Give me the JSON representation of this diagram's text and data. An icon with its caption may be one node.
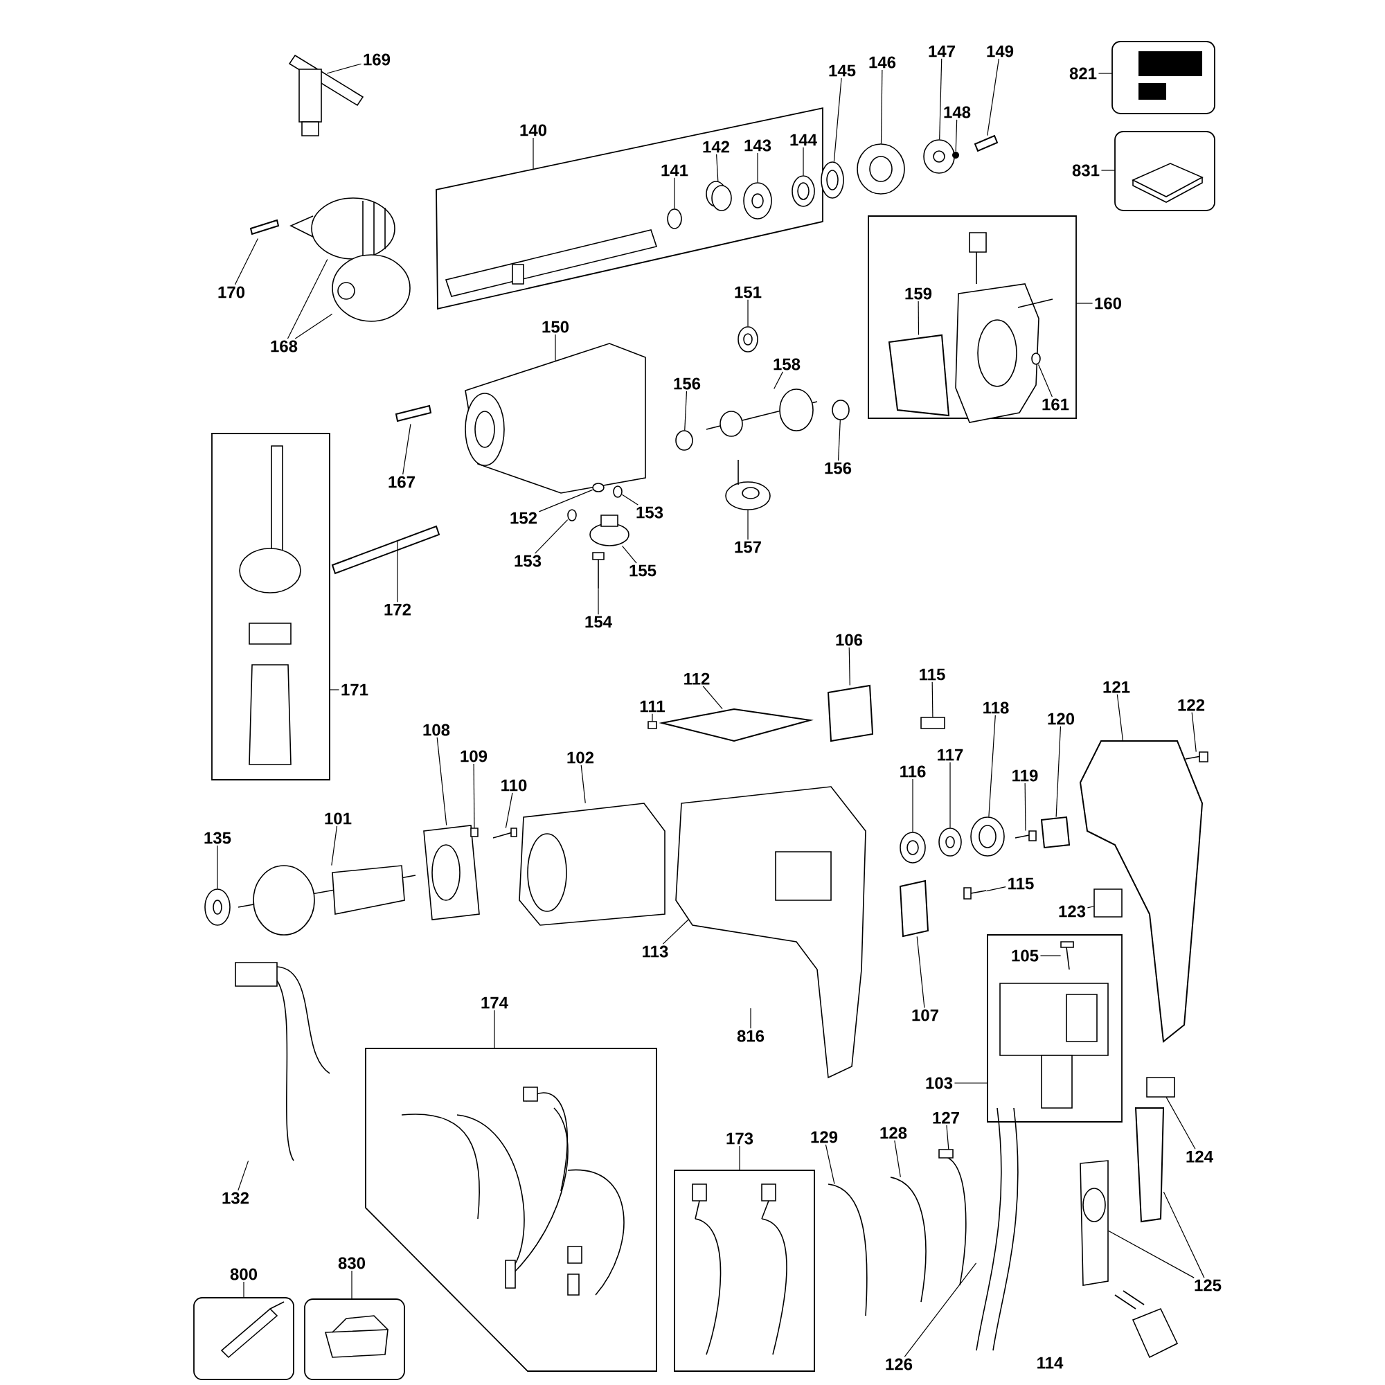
{
  "diagram": {
    "nodes": [
      {
        "text": [],
        "shape": "box"
      },
      {
        "text": [],
        "shape": "box"
      },
      {
        "text": [],
        "shape": "box"
      },
      {
        "text": [],
        "shape": "box"
      },
      {
        "text": [],
        "shape": "box"
      },
      {
        "text": [],
        "shape": "box"
      },
      {
        "text": [],
        "shape": "box"
      },
      {
        "text": [],
        "shape": "box"
      },
      {
        "text": [],
        "shape": "box"
      },
      {
        "text": [],
        "shape": "box"
      },
      {
        "text": [
          "169"
        ]
      },
      {
        "text": [
          "140"
        ]
      },
      {
        "text": [
          "145"
        ]
      },
      {
        "text": [
          "146"
        ]
      },
      {
        "text": [
          "147"
        ]
      },
      {
        "text": [
          "149"
        ]
      },
      {
        "text": [
          "821"
        ]
      },
      {
        "text": [
          "148"
        ]
      },
      {
        "text": [
          "141"
        ],
        "in": 0
      },
      {
        "text": [
          "142"
        ],
        "in": 0
      },
      {
        "text": [
          "143"
        ],
        "in": 0
      },
      {
        "text": [
          "144"
        ],
        "in": 0
      },
      {
        "text": [
          "831"
        ]
      },
      {
        "text": [
          "170"
        ]
      },
      {
        "text": [
          "168"
        ]
      },
      {
        "text": [
          "151"
        ]
      },
      {
        "text": [
          "159"
        ],
        "in": 3
      },
      {
        "text": [
          "160"
        ]
      },
      {
        "text": [
          "150"
        ]
      },
      {
        "text": [
          "158"
        ]
      },
      {
        "text": [
          "156"
        ]
      },
      {
        "text": [
          "161"
        ],
        "in": 3
      },
      {
        "text": [
          "156"
        ]
      },
      {
        "text": [
          "167"
        ]
      },
      {
        "text": [
          "152"
        ]
      },
      {
        "text": [
          "153"
        ]
      },
      {
        "text": [
          "153"
        ]
      },
      {
        "text": [
          "157"
        ]
      },
      {
        "text": [
          "155"
        ]
      },
      {
        "text": [
          "154"
        ]
      },
      {
        "text": [
          "172"
        ]
      },
      {
        "text": [
          "106"
        ]
      },
      {
        "text": [
          "115"
        ]
      },
      {
        "text": [
          "112"
        ]
      },
      {
        "text": [
          "121"
        ]
      },
      {
        "text": [
          "171"
        ]
      },
      {
        "text": [
          "111"
        ]
      },
      {
        "text": [
          "118"
        ]
      },
      {
        "text": [
          "122"
        ]
      },
      {
        "text": [
          "108"
        ]
      },
      {
        "text": [
          "117"
        ]
      },
      {
        "text": [
          "109"
        ]
      },
      {
        "text": [
          "116"
        ]
      },
      {
        "text": [
          "110"
        ]
      },
      {
        "text": [
          "102"
        ]
      },
      {
        "text": [
          "120"
        ]
      },
      {
        "text": [
          "119"
        ]
      },
      {
        "text": [
          "101"
        ]
      },
      {
        "text": [
          "135"
        ]
      },
      {
        "text": [
          "115"
        ]
      },
      {
        "text": [
          "123"
        ]
      },
      {
        "text": [
          "113"
        ]
      },
      {
        "text": [
          "105"
        ],
        "in": 6
      },
      {
        "text": [
          "107"
        ]
      },
      {
        "text": [
          "816"
        ]
      },
      {
        "text": [
          "174"
        ]
      },
      {
        "text": [
          "103"
        ]
      },
      {
        "text": [
          "127"
        ]
      },
      {
        "text": [
          "128"
        ]
      },
      {
        "text": [
          "129"
        ]
      },
      {
        "text": [
          "173"
        ]
      },
      {
        "text": [
          "124"
        ]
      },
      {
        "text": [
          "132"
        ]
      },
      {
        "text": [
          "800"
        ]
      },
      {
        "text": [
          "830"
        ]
      },
      {
        "text": [
          "125"
        ]
      },
      {
        "text": [
          "126"
        ]
      },
      {
        "text": [],
        "shape": "picture"
      },
      {
        "text": [],
        "shape": "circle"
      },
      {
        "text": [],
        "shape": "circle"
      },
      {
        "text": [],
        "shape": "circle"
      },
      {
        "text": [],
        "shape": "box"
      },
      {
        "text": [],
        "shape": "circle"
      },
      {
        "text": [],
        "shape": "circle",
        "in": 0
      },
      {
        "text": [],
        "shape": "circle",
        "in": 0
      },
      {
        "text": [],
        "shape": "circle",
        "in": 0
      },
      {
        "text": [],
        "shape": "circle",
        "in": 0
      },
      {
        "text": [],
        "shape": "box"
      },
      {
        "text": [],
        "shape": "picture"
      },
      {
        "text": [],
        "shape": "picture"
      },
      {
        "text": [],
        "shape": "circle"
      },
      {
        "text": [],
        "shape": "box",
        "in": 3
      },
      {
        "text": [],
        "shape": "picture"
      },
      {
        "text": [],
        "shape": "picture"
      },
      {
        "text": [],
        "shape": "circle"
      },
      {
        "text": [],
        "shape": "circle",
        "in": 3
      },
      {
        "text": [],
        "shape": "circle"
      },
      {
        "text": [],
        "shape": "box"
      },
      {
        "text": [],
        "shape": "circle"
      },
      {
        "text": [],
        "shape": "circle"
      },
      {
        "text": [],
        "shape": "circle"
      },
      {
        "text": [],
        "shape": "picture"
      },
      {
        "text": [],
        "shape": "circle"
      },
      {
        "text": [],
        "shape": "picture"
      },
      {
        "text": [],
        "shape": "box"
      },
      {
        "text": [],
        "shape": "box"
      },
      {
        "text": [],
        "shape": "box"
      },
      {
        "text": [],
        "shape": "box"
      },
      {
        "text": [],
        "shape": "box"
      },
      {
        "text": [],
        "shape": "box"
      },
      {
        "text": [],
        "shape": "circle"
      },
      {
        "text": [],
        "shape": "picture"
      },
      {
        "text": [],
        "shape": "picture"
      },
      {
        "text": [],
        "shape": "circle"
      },
      {
        "text": [],
        "shape": "box"
      },
      {
        "text": [],
        "shape": "circle"
      },
      {
        "text": [],
        "shape": "picture"
      },
      {
        "text": [],
        "shape": "picture"
      },
      {
        "text": [],
        "shape": "box"
      },
      {
        "text": [],
        "shape": "picture"
      },
      {
        "text": [],
        "shape": "picture"
      },
      {
        "text": [],
        "shape": "circle"
      },
      {
        "text": [],
        "shape": "picture"
      },
      {
        "text": [],
        "shape": "box"
      },
      {
        "text": [],
        "shape": "picture"
      },
      {
        "text": [],
        "shape": "picture",
        "in": 6
      },
      {
        "text": [],
        "shape": "box"
      },
      {
        "text": [],
        "shape": "picture"
      },
      {
        "text": [],
        "shape": "picture"
      },
      {
        "text": [],
        "shape": "picture"
      },
      {
        "text": [],
        "shape": "box"
      },
      {
        "text": [],
        "shape": "picture"
      },
      {
        "text": [],
        "shape": "box"
      },
      {
        "text": [],
        "shape": "picture"
      },
      {
        "text": [],
        "shape": "picture"
      }
    ],
    "edges": [
      {
        "from": 10,
        "to": 77,
        "arrow": "none"
      },
      {
        "from": 11,
        "to": 0,
        "arrow": "none"
      },
      {
        "from": 12,
        "to": 78,
        "arrow": "none"
      },
      {
        "from": 13,
        "to": 79,
        "arrow": "none"
      },
      {
        "from": 14,
        "to": 80,
        "arrow": "none"
      },
      {
        "from": 15,
        "to": 81,
        "arrow": "none"
      },
      {
        "from": 16,
        "to": 1,
        "arrow": "none"
      },
      {
        "from": 17,
        "to": 82,
        "arrow": "none"
      },
      {
        "from": 18,
        "to": 83,
        "arrow": "none"
      },
      {
        "from": 19,
        "to": 84,
        "arrow": "none"
      },
      {
        "from": 20,
        "to": 85,
        "arrow": "none"
      },
      {
        "from": 21,
        "to": 86,
        "arrow": "none"
      },
      {
        "from": 22,
        "to": 2,
        "arrow": "none"
      },
      {
        "from": 23,
        "to": 87,
        "arrow": "none"
      },
      {
        "from": 24,
        "to": 88,
        "arrow": "none"
      },
      {
        "from": 24,
        "to": 89,
        "arrow": "none"
      },
      {
        "from": 25,
        "to": 90,
        "arrow": "none"
      },
      {
        "from": 26,
        "to": 91,
        "arrow": "none"
      },
      {
        "from": 27,
        "to": 3,
        "arrow": "none"
      },
      {
        "from": 28,
        "to": 92,
        "arrow": "none"
      },
      {
        "from": 29,
        "to": 93,
        "arrow": "none"
      },
      {
        "from": 30,
        "to": 94,
        "arrow": "none"
      },
      {
        "from": 31,
        "to": 95,
        "arrow": "none"
      },
      {
        "from": 32,
        "to": 96,
        "arrow": "none"
      },
      {
        "from": 33,
        "to": 97,
        "arrow": "none"
      },
      {
        "from": 34,
        "to": 98,
        "arrow": "none"
      },
      {
        "from": 35,
        "to": 99,
        "arrow": "none"
      },
      {
        "from": 36,
        "to": 100,
        "arrow": "none"
      },
      {
        "from": 37,
        "to": 101,
        "arrow": "none"
      },
      {
        "from": 38,
        "to": 102,
        "arrow": "none"
      },
      {
        "from": 39,
        "to": 103,
        "arrow": "none"
      },
      {
        "from": 40,
        "to": 104,
        "arrow": "none"
      },
      {
        "from": 41,
        "to": 105,
        "arrow": "none"
      },
      {
        "from": 42,
        "to": 106,
        "arrow": "none"
      },
      {
        "from": 43,
        "to": 107,
        "arrow": "none"
      },
      {
        "from": 44,
        "to": 108,
        "arrow": "none"
      },
      {
        "from": 45,
        "to": 4,
        "arrow": "none"
      },
      {
        "from": 46,
        "to": 109,
        "arrow": "none"
      },
      {
        "from": 47,
        "to": 110,
        "arrow": "none"
      },
      {
        "from": 48,
        "to": 111,
        "arrow": "none"
      },
      {
        "from": 49,
        "to": 112,
        "arrow": "none"
      },
      {
        "from": 50,
        "to": 113,
        "arrow": "none"
      },
      {
        "from": 51,
        "to": 114,
        "arrow": "none"
      },
      {
        "from": 52,
        "to": 115,
        "arrow": "none"
      },
      {
        "from": 53,
        "to": 116,
        "arrow": "none"
      },
      {
        "from": 54,
        "to": 117,
        "arrow": "none"
      },
      {
        "from": 55,
        "to": 118,
        "arrow": "none"
      },
      {
        "from": 56,
        "to": 119,
        "arrow": "none"
      },
      {
        "from": 57,
        "to": 120,
        "arrow": "none"
      },
      {
        "from": 58,
        "to": 121,
        "arrow": "none"
      },
      {
        "from": 59,
        "to": 122,
        "arrow": "none"
      },
      {
        "from": 60,
        "to": 123,
        "arrow": "none"
      },
      {
        "from": 61,
        "to": 124,
        "arrow": "none"
      },
      {
        "from": 62,
        "to": 125,
        "arrow": "none"
      },
      {
        "from": 63,
        "to": 126,
        "arrow": "none"
      },
      {
        "from": 64,
        "to": null,
        "arrow": "none"
      },
      {
        "from": 65,
        "to": 5,
        "arrow": "none"
      },
      {
        "from": 66,
        "to": 6,
        "arrow": "none"
      },
      {
        "from": 67,
        "to": 127,
        "arrow": "none"
      },
      {
        "from": 68,
        "to": 128,
        "arrow": "none"
      },
      {
        "from": 69,
        "to": 129,
        "arrow": "none"
      },
      {
        "from": 70,
        "to": 7,
        "arrow": "none"
      },
      {
        "from": 71,
        "to": 130,
        "arrow": "none"
      },
      {
        "from": 72,
        "to": 131,
        "arrow": "none"
      },
      {
        "from": 73,
        "to": 8,
        "arrow": "none"
      },
      {
        "from": 74,
        "to": 9,
        "arrow": "none"
      },
      {
        "from": 75,
        "to": 132,
        "arrow": "none"
      },
      {
        "from": 75,
        "to": 133,
        "arrow": "none"
      },
      {
        "from": 76,
        "to": 134,
        "arrow": "none"
      }
    ],
    "labels": [
      "114"
    ]
  }
}
